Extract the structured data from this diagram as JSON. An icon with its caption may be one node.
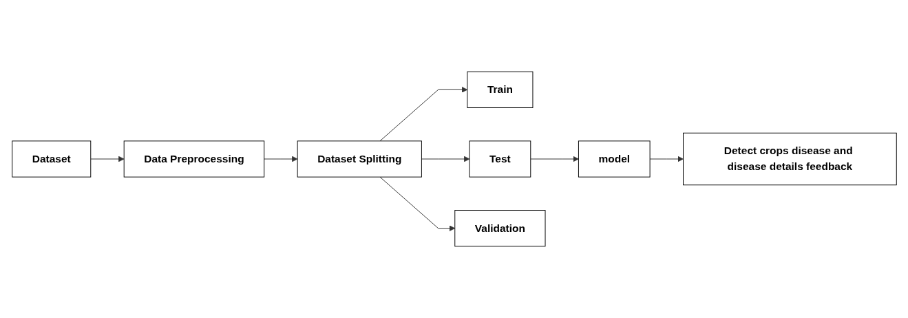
{
  "diagram": {
    "nodes": [
      {
        "text": [
          "Dataset"
        ]
      },
      {
        "text": [
          "Data Preprocessing"
        ]
      },
      {
        "text": [
          "Dataset Splitting"
        ]
      },
      {
        "text": [
          "Train"
        ]
      },
      {
        "text": [
          "Test"
        ]
      },
      {
        "text": [
          "Validation"
        ]
      },
      {
        "text": [
          "model"
        ]
      },
      {
        "text": [
          "Detect crops disease and disease details feedback"
        ]
      }
    ],
    "edges": [
      {
        "from": 0,
        "to": 1,
        "arrow": "to"
      },
      {
        "from": 1,
        "to": 2,
        "arrow": "to"
      },
      {
        "from": 2,
        "to": 3,
        "arrow": "to"
      },
      {
        "from": 2,
        "to": 4,
        "arrow": "to"
      },
      {
        "from": 2,
        "to": 5,
        "arrow": "to"
      },
      {
        "from": 4,
        "to": 6,
        "arrow": "to"
      },
      {
        "from": 6,
        "to": 7,
        "arrow": "to"
      }
    ]
  }
}
